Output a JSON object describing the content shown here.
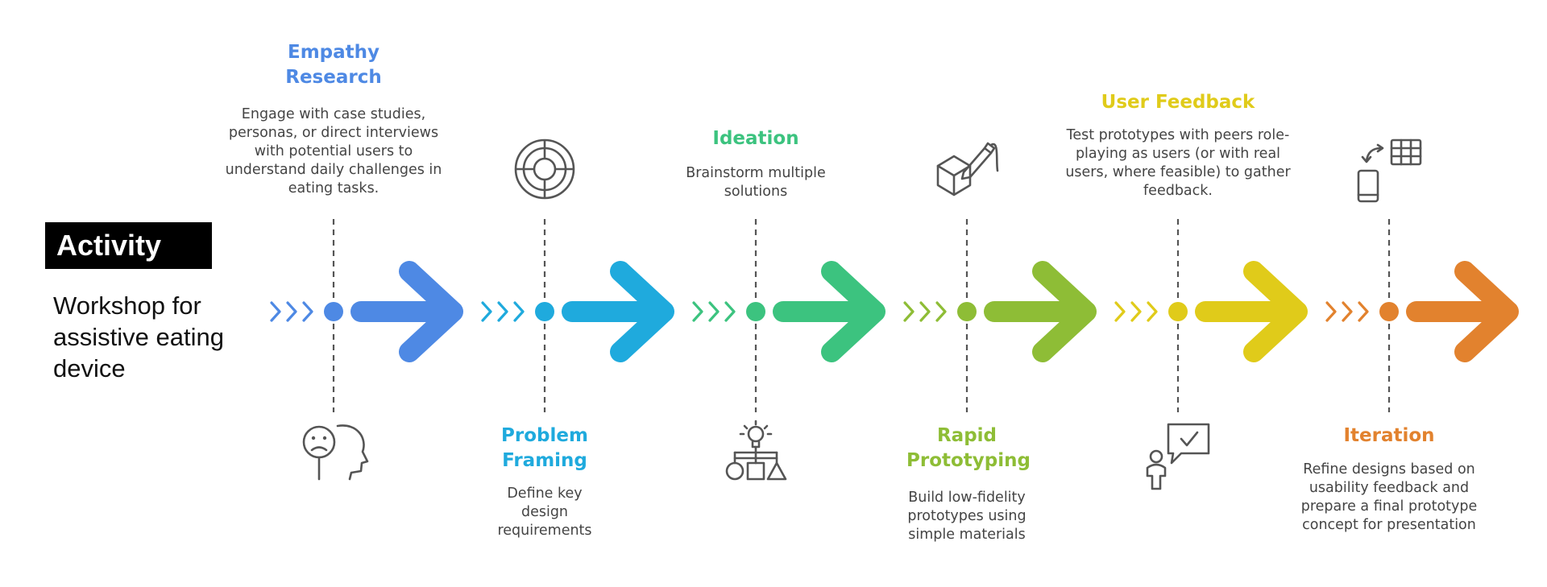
{
  "header": {
    "label": "Activity",
    "subtitle": "Workshop for assistive eating device"
  },
  "stages": [
    {
      "title": "Empathy Research",
      "description": "Engage with case studies, personas, or direct interviews with potential users to understand daily challenges in eating tasks.",
      "color": "#4E89E4",
      "icon": "sad-face-head-icon",
      "text_position": "top"
    },
    {
      "title": "Problem Framing",
      "description": "Define key design requirements",
      "color": "#1FAADD",
      "icon": "target-icon",
      "text_position": "bottom"
    },
    {
      "title": "Ideation",
      "description": "Brainstorm multiple solutions",
      "color": "#3CC37F",
      "icon": "lightbulb-shapes-icon",
      "text_position": "top"
    },
    {
      "title": "Rapid Prototyping",
      "description": "Build low-fidelity prototypes using simple materials",
      "color": "#8EBD36",
      "icon": "box-pen-icon",
      "text_position": "bottom"
    },
    {
      "title": "User Feedback",
      "description": "Test prototypes with peers role-playing as users (or with real users, where feasible) to gather feedback.",
      "color": "#E0CB1A",
      "icon": "person-chat-check-icon",
      "text_position": "top"
    },
    {
      "title": "Iteration",
      "description": "Refine designs based on usability feedback and prepare a final prototype concept for presentation",
      "color": "#E2822E",
      "icon": "phone-table-sync-icon",
      "text_position": "bottom"
    }
  ]
}
